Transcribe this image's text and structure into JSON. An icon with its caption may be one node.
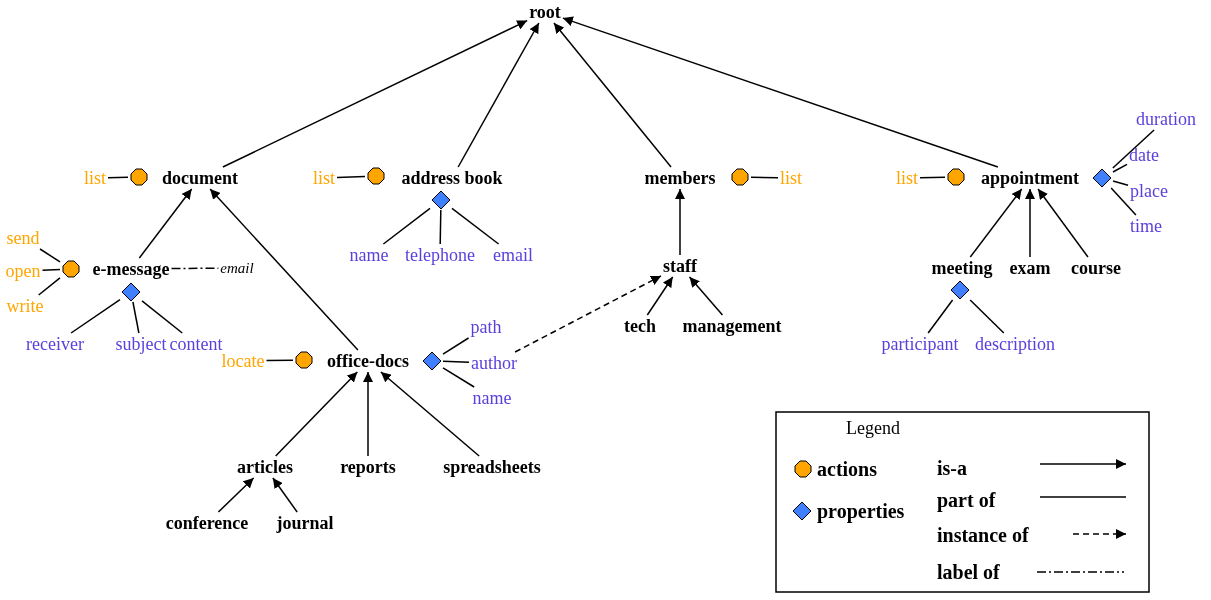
{
  "diagram": {
    "nodes": [
      {
        "text": [
          "root"
        ]
      },
      {
        "text": [
          "list"
        ]
      },
      {
        "text": [],
        "shape": "octagon"
      },
      {
        "text": [
          "document"
        ]
      },
      {
        "text": [
          "list"
        ]
      },
      {
        "text": [],
        "shape": "octagon"
      },
      {
        "text": [
          "address book"
        ]
      },
      {
        "text": [
          "members"
        ]
      },
      {
        "text": [],
        "shape": "octagon"
      },
      {
        "text": [
          "list"
        ]
      },
      {
        "text": [
          "list"
        ]
      },
      {
        "text": [],
        "shape": "octagon"
      },
      {
        "text": [
          "appointment"
        ]
      },
      {
        "text": [],
        "shape": "diamond"
      },
      {
        "text": [
          "duration"
        ]
      },
      {
        "text": [
          "date"
        ]
      },
      {
        "text": [
          "place"
        ]
      },
      {
        "text": [
          "time"
        ]
      },
      {
        "text": [],
        "shape": "diamond"
      },
      {
        "text": [
          "name"
        ]
      },
      {
        "text": [
          "telephone"
        ]
      },
      {
        "text": [
          "email"
        ]
      },
      {
        "text": [
          "send"
        ]
      },
      {
        "text": [
          "open"
        ]
      },
      {
        "text": [
          "write"
        ]
      },
      {
        "text": [],
        "shape": "octagon"
      },
      {
        "text": [
          "e-message"
        ]
      },
      {
        "text": [
          "email"
        ]
      },
      {
        "text": [],
        "shape": "diamond"
      },
      {
        "text": [
          "receiver"
        ]
      },
      {
        "text": [
          "subject"
        ]
      },
      {
        "text": [
          "content"
        ]
      },
      {
        "text": [
          "staff"
        ]
      },
      {
        "text": [
          "meeting"
        ]
      },
      {
        "text": [
          "exam"
        ]
      },
      {
        "text": [
          "course"
        ]
      },
      {
        "text": [],
        "shape": "diamond"
      },
      {
        "text": [
          "path"
        ]
      },
      {
        "text": [
          "tech"
        ]
      },
      {
        "text": [
          "management"
        ]
      },
      {
        "text": [
          "participant"
        ]
      },
      {
        "text": [
          "description"
        ]
      },
      {
        "text": [
          "locate"
        ]
      },
      {
        "text": [],
        "shape": "octagon"
      },
      {
        "text": [
          "office-docs"
        ]
      },
      {
        "text": [],
        "shape": "diamond"
      },
      {
        "text": [
          "author"
        ]
      },
      {
        "text": [
          "name"
        ]
      },
      {
        "text": [
          "articles"
        ]
      },
      {
        "text": [
          "reports"
        ]
      },
      {
        "text": [
          "spreadsheets"
        ]
      },
      {
        "text": [
          "conference"
        ]
      },
      {
        "text": [
          "journal"
        ]
      }
    ],
    "edges": [
      {
        "from": 3,
        "to": 0,
        "arrow": "to"
      },
      {
        "from": 6,
        "to": 0,
        "arrow": "to"
      },
      {
        "from": 7,
        "to": 0,
        "arrow": "to"
      },
      {
        "from": 12,
        "to": 0,
        "arrow": "to"
      },
      {
        "from": 1,
        "to": 2,
        "arrow": "none"
      },
      {
        "from": 4,
        "to": 5,
        "arrow": "none"
      },
      {
        "from": 8,
        "to": 9,
        "arrow": "none"
      },
      {
        "from": 10,
        "to": 11,
        "arrow": "none"
      },
      {
        "from": 13,
        "to": 14,
        "arrow": "none"
      },
      {
        "from": 13,
        "to": 15,
        "arrow": "none"
      },
      {
        "from": 13,
        "to": 16,
        "arrow": "none"
      },
      {
        "from": 13,
        "to": 17,
        "arrow": "none"
      },
      {
        "from": 18,
        "to": 19,
        "arrow": "none"
      },
      {
        "from": 18,
        "to": 20,
        "arrow": "none"
      },
      {
        "from": 18,
        "to": 21,
        "arrow": "none"
      },
      {
        "from": 25,
        "to": 22,
        "arrow": "none"
      },
      {
        "from": 25,
        "to": 23,
        "arrow": "none"
      },
      {
        "from": 25,
        "to": 24,
        "arrow": "none"
      },
      {
        "from": 26,
        "to": 3,
        "arrow": "to"
      },
      {
        "from": 26,
        "to": 27,
        "arrow": "none",
        "style": "dashed"
      },
      {
        "from": 28,
        "to": 29,
        "arrow": "none"
      },
      {
        "from": 28,
        "to": 30,
        "arrow": "none"
      },
      {
        "from": 28,
        "to": 31,
        "arrow": "none"
      },
      {
        "from": 32,
        "to": 7,
        "arrow": "to"
      },
      {
        "from": 38,
        "to": 32,
        "arrow": "to"
      },
      {
        "from": 39,
        "to": 32,
        "arrow": "to"
      },
      {
        "from": 46,
        "to": 32,
        "arrow": "to",
        "style": "dashed"
      },
      {
        "from": 33,
        "to": 12,
        "arrow": "to"
      },
      {
        "from": 34,
        "to": 12,
        "arrow": "to"
      },
      {
        "from": 35,
        "to": 12,
        "arrow": "to"
      },
      {
        "from": 36,
        "to": 40,
        "arrow": "none"
      },
      {
        "from": 36,
        "to": 41,
        "arrow": "none"
      },
      {
        "from": 44,
        "to": 3,
        "arrow": "to"
      },
      {
        "from": 42,
        "to": 43,
        "arrow": "none"
      },
      {
        "from": 45,
        "to": 37,
        "arrow": "none"
      },
      {
        "from": 45,
        "to": 46,
        "arrow": "none"
      },
      {
        "from": 45,
        "to": 47,
        "arrow": "none"
      },
      {
        "from": 48,
        "to": 44,
        "arrow": "to"
      },
      {
        "from": 49,
        "to": 44,
        "arrow": "to"
      },
      {
        "from": 50,
        "to": 44,
        "arrow": "to"
      },
      {
        "from": 51,
        "to": 48,
        "arrow": "to"
      },
      {
        "from": 52,
        "to": 48,
        "arrow": "to"
      }
    ],
    "labels": [
      "Legend"
    ],
    "legend": [
      {
        "text": "actions"
      },
      {
        "text": "properties"
      },
      {
        "text": "is-a"
      },
      {
        "text": "part of"
      },
      {
        "text": "instance of"
      },
      {
        "text": "label of"
      }
    ]
  }
}
